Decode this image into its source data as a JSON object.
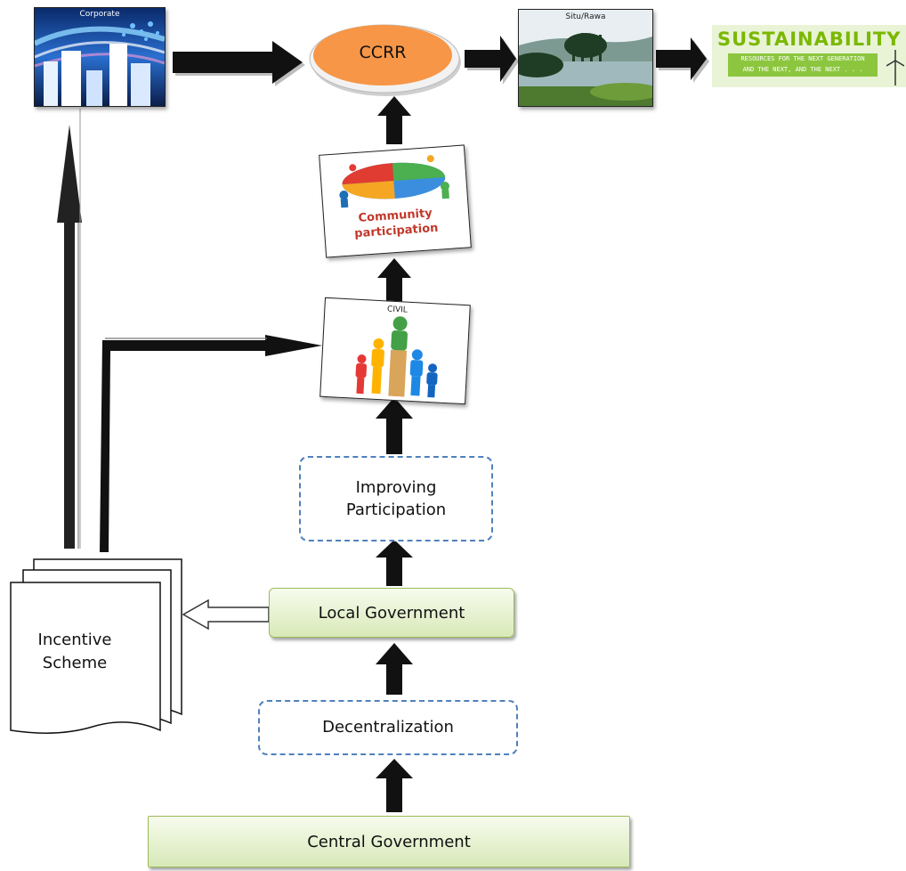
{
  "nodes": {
    "corporate": "Corporate",
    "ccrr": "CCRR",
    "situ_rawa": "Situ/Rawa",
    "sustainability": {
      "title": "SUSTAINABILITY",
      "line1": "RESOURCES FOR THE NEXT GENERATION",
      "line2": "AND THE NEXT, AND THE NEXT . . ."
    },
    "community": "Community participation",
    "civil": "CIVIL",
    "improving": "Improving Participation",
    "local_gov": "Local Government",
    "decentralization": "Decentralization",
    "central_gov": "Central Government",
    "incentive": "Incentive Scheme"
  },
  "colors": {
    "ccrr_fill": "#f79646",
    "green_border": "#9bbb59",
    "dash_border": "#4f81bd",
    "community_text": "#c0392b",
    "sustain_green": "#7ab800"
  }
}
